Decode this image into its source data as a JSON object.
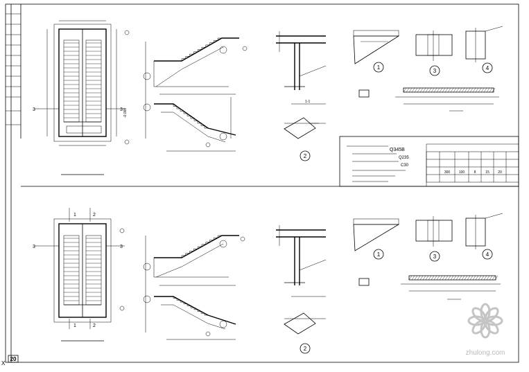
{
  "sheet": {
    "page_number": "20",
    "watermark": "zhulong.com"
  },
  "top_plan": {
    "title": "",
    "section_marks": [
      "3",
      "3"
    ],
    "level": "-0.000"
  },
  "bottom_plan": {
    "title": "",
    "cut_marks": [
      "1",
      "2",
      "1",
      "2"
    ],
    "section_marks": [
      "3",
      "3"
    ]
  },
  "detail_callouts": [
    "1",
    "2",
    "3",
    "4"
  ],
  "notes": {
    "lines": [
      "Q345B",
      "Q235",
      "C30"
    ]
  },
  "material_table": {
    "row_values": [
      "300",
      "100",
      "8",
      "15",
      "20"
    ]
  },
  "colors": {
    "ink": "#000000",
    "paper": "#ffffff",
    "watermark": "#b9b9b9"
  }
}
